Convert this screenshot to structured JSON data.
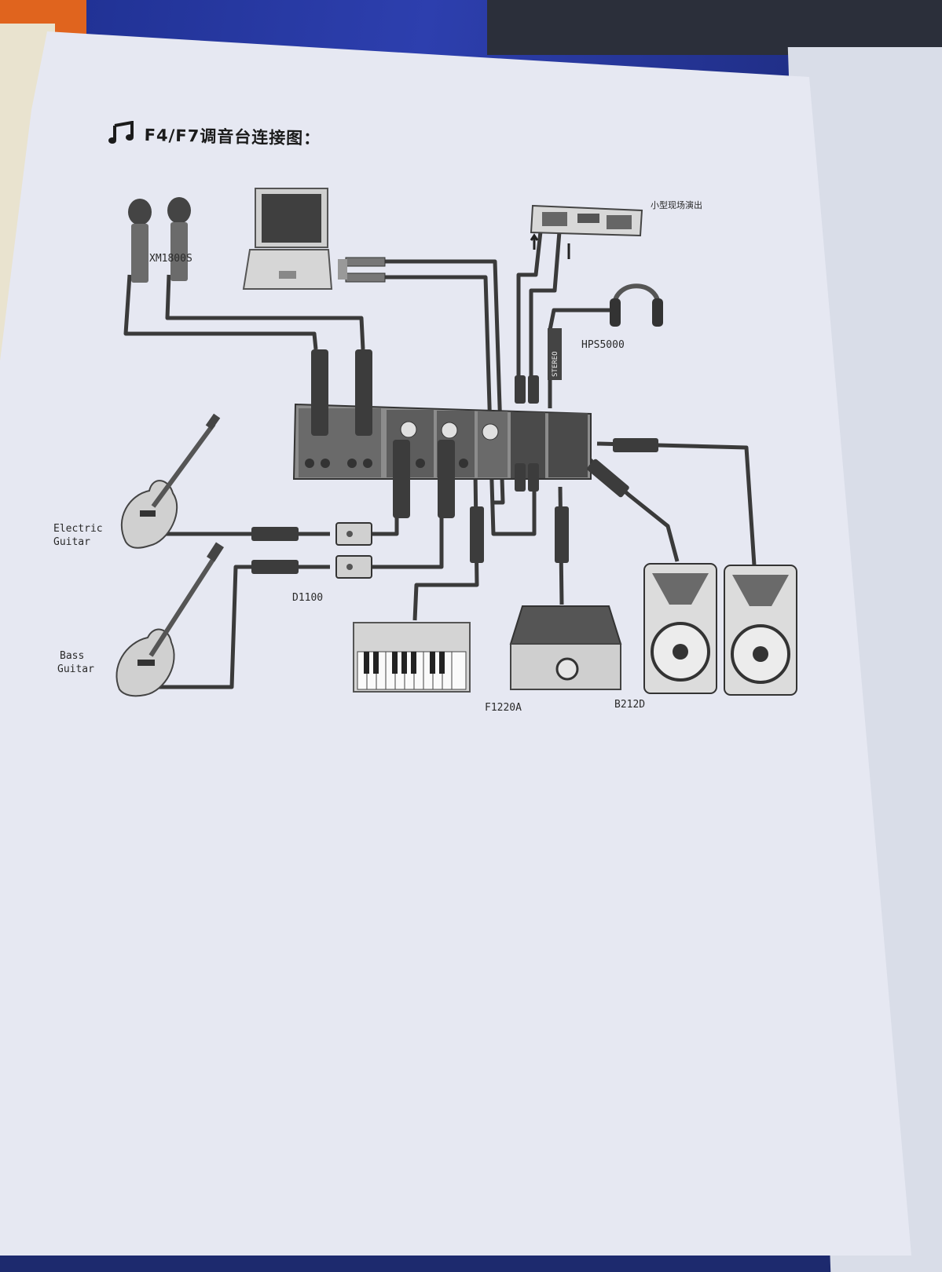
{
  "title": "F4/F7调音台连接图：",
  "labels": {
    "microphones": "XM1800S",
    "stage_performance": "小型现场演出",
    "headphones": "HPS5000",
    "electric_guitar_line1": "Electric",
    "electric_guitar_line2": "Guitar",
    "bass_guitar_line1": "Bass",
    "bass_guitar_line2": "Guitar",
    "di_box": "D1100",
    "monitor": "F1220A",
    "speakers": "B212D",
    "stereo_plug": "STEREO"
  },
  "icons": {
    "title_icon": "music-note-icon"
  },
  "colors": {
    "paper": "#e6e8f2",
    "line": "#3a3a3a",
    "device": "#555555"
  }
}
